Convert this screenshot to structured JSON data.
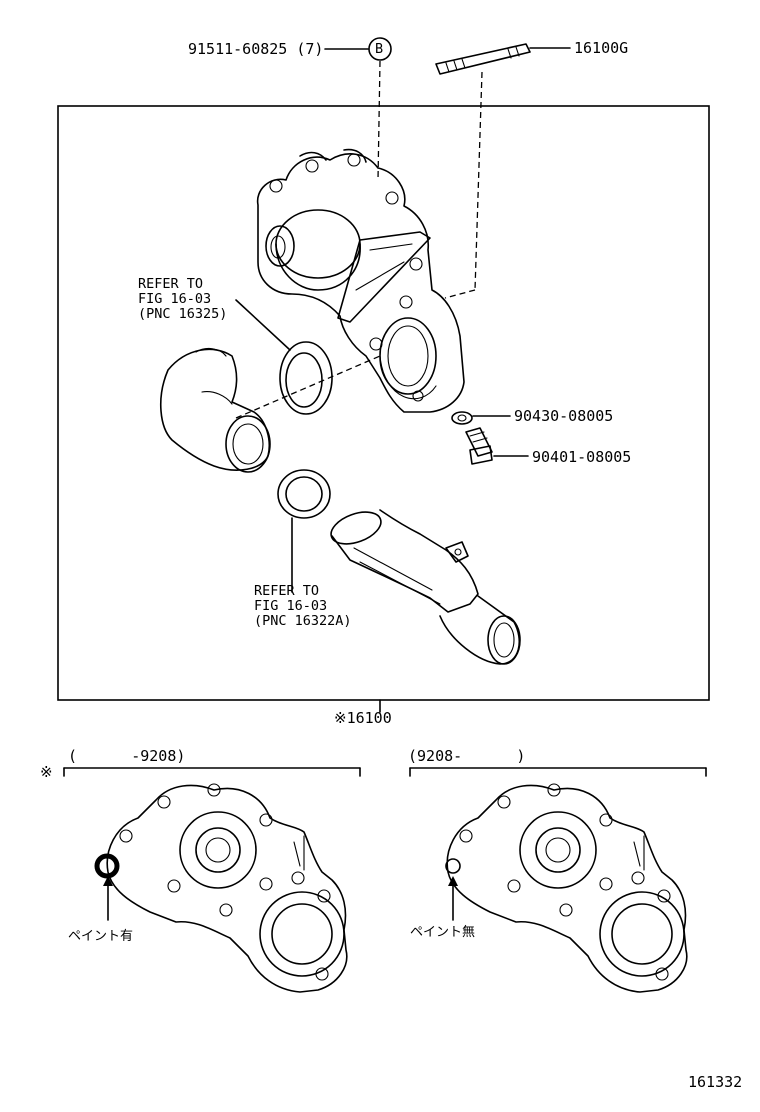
{
  "callouts": {
    "bolt_part": "91511-60825 (7)",
    "bolt_marker": "B",
    "stud_part": "16100G",
    "gasket_ref_upper": {
      "line1": "REFER TO",
      "line2": "FIG 16-03",
      "line3": "(PNC 16325)"
    },
    "gasket_ref_lower": {
      "line1": "REFER TO",
      "line2": "FIG 16-03",
      "line3": "(PNC 16322A)"
    },
    "washer_part": "90430-08005",
    "plug_part": "90401-08005",
    "assembly_part": "※16100"
  },
  "variants": {
    "left": {
      "marker": "※",
      "range": "(      -9208)",
      "note": "ペイント有"
    },
    "right": {
      "range": "(9208-      )",
      "note": "ペイント無"
    }
  },
  "figure_number": "161332"
}
